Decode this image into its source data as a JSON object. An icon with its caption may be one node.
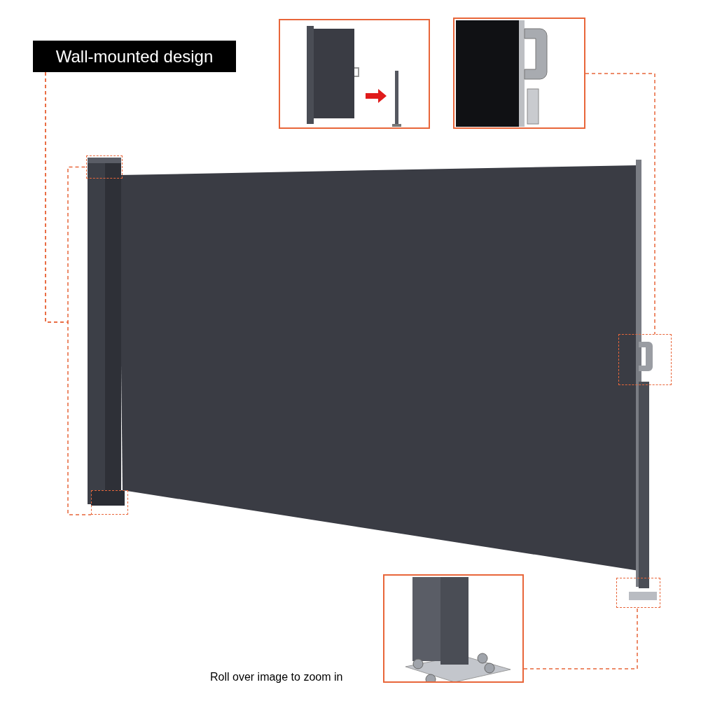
{
  "diagram": {
    "nodes": [
      {
        "text": [
          "Wall-mounted design"
        ]
      },
      {
        "text": [],
        "shape": "box"
      },
      {
        "text": [],
        "shape": "box"
      },
      {
        "text": [],
        "shape": "picture"
      },
      {
        "text": [],
        "shape": "picture"
      },
      {
        "text": [],
        "shape": "box"
      },
      {
        "text": [],
        "shape": "picture"
      },
      {
        "text": [],
        "shape": "box"
      }
    ],
    "edges": [
      {
        "from": 0,
        "to": 1,
        "arrow": "none",
        "style": "dashed"
      },
      {
        "from": 0,
        "to": 2,
        "arrow": "none",
        "style": "dashed"
      },
      {
        "from": 4,
        "to": 5,
        "arrow": "none",
        "style": "dashed"
      },
      {
        "from": 6,
        "to": 7,
        "arrow": "none",
        "style": "dashed"
      }
    ],
    "labels": [
      "Roll over image to zoom in"
    ]
  }
}
